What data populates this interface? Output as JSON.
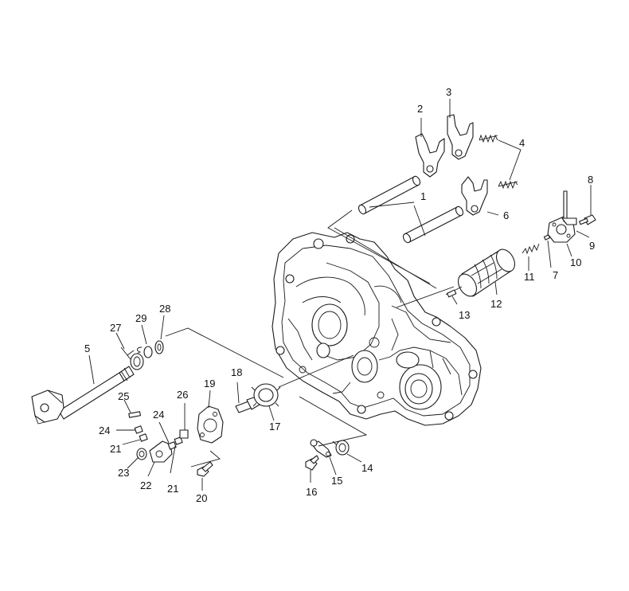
{
  "diagram": {
    "callouts": [
      "1",
      "2",
      "3",
      "4",
      "5",
      "6",
      "7",
      "8",
      "9",
      "10",
      "11",
      "12",
      "13",
      "14",
      "15",
      "16",
      "17",
      "18",
      "19",
      "20",
      "21",
      "21",
      "22",
      "23",
      "24",
      "24",
      "25",
      "26",
      "27",
      "28",
      "29"
    ]
  }
}
